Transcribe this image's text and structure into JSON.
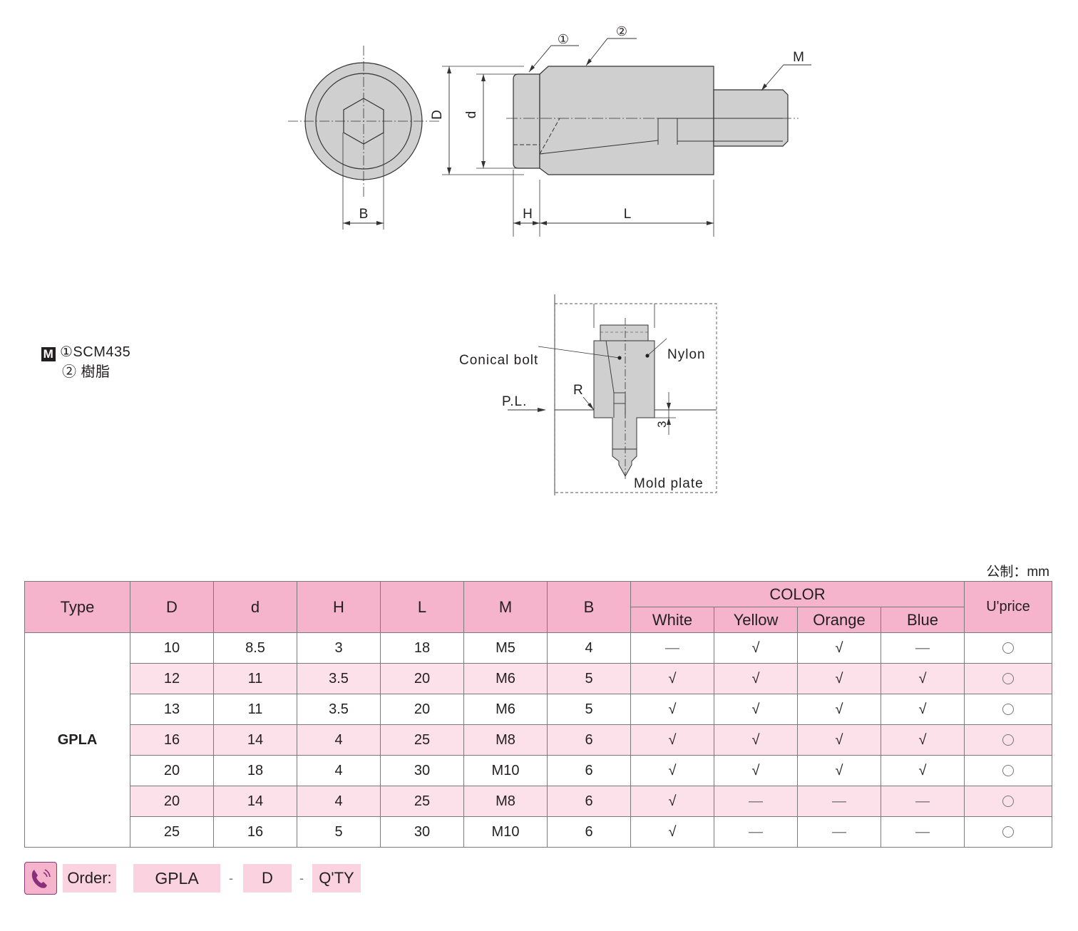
{
  "drawing": {
    "callout_1": "①",
    "callout_2": "②",
    "label_M": "M",
    "label_D": "D",
    "label_d": "d",
    "label_B": "B",
    "label_H": "H",
    "label_L": "L"
  },
  "install": {
    "conical_bolt": "Conical bolt",
    "nylon": "Nylon",
    "pl": "P.L.",
    "r": "R",
    "three": "3",
    "mold_plate": "Mold plate"
  },
  "material": {
    "badge": "M",
    "line1": "①SCM435",
    "line2": "② 樹脂"
  },
  "unit_note": "公制：mm",
  "table": {
    "headers": {
      "type": "Type",
      "D": "D",
      "d": "d",
      "H": "H",
      "L": "L",
      "M": "M",
      "B": "B",
      "color": "COLOR",
      "white": "White",
      "yellow": "Yellow",
      "orange": "Orange",
      "blue": "Blue",
      "uprice": "U'price"
    },
    "type_value": "GPLA",
    "rows": [
      {
        "D": "10",
        "d": "8.5",
        "H": "3",
        "L": "18",
        "M": "M5",
        "B": "4",
        "white": "—",
        "yellow": "√",
        "orange": "√",
        "blue": "—"
      },
      {
        "D": "12",
        "d": "11",
        "H": "3.5",
        "L": "20",
        "M": "M6",
        "B": "5",
        "white": "√",
        "yellow": "√",
        "orange": "√",
        "blue": "√"
      },
      {
        "D": "13",
        "d": "11",
        "H": "3.5",
        "L": "20",
        "M": "M6",
        "B": "5",
        "white": "√",
        "yellow": "√",
        "orange": "√",
        "blue": "√"
      },
      {
        "D": "16",
        "d": "14",
        "H": "4",
        "L": "25",
        "M": "M8",
        "B": "6",
        "white": "√",
        "yellow": "√",
        "orange": "√",
        "blue": "√"
      },
      {
        "D": "20",
        "d": "18",
        "H": "4",
        "L": "30",
        "M": "M10",
        "B": "6",
        "white": "√",
        "yellow": "√",
        "orange": "√",
        "blue": "√"
      },
      {
        "D": "20",
        "d": "14",
        "H": "4",
        "L": "25",
        "M": "M8",
        "B": "6",
        "white": "√",
        "yellow": "—",
        "orange": "—",
        "blue": "—"
      },
      {
        "D": "25",
        "d": "16",
        "H": "5",
        "L": "30",
        "M": "M10",
        "B": "6",
        "white": "√",
        "yellow": "—",
        "orange": "—",
        "blue": "—"
      }
    ]
  },
  "order": {
    "label": "Order:",
    "type": "GPLA",
    "sep1": "-",
    "dim": "D",
    "sep2": "-",
    "qty": "Q'TY"
  }
}
